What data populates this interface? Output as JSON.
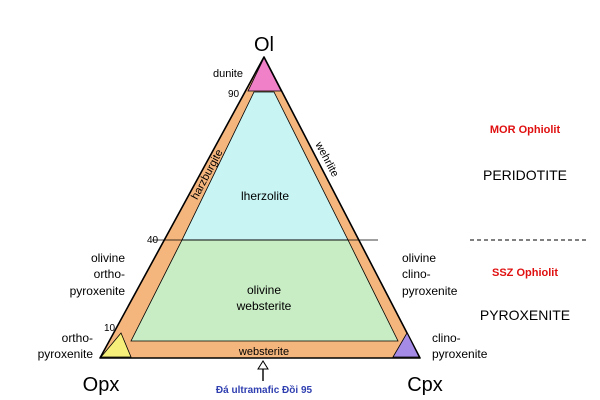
{
  "apices": {
    "top": "Ol",
    "left": "Opx",
    "right": "Cpx"
  },
  "ticks": {
    "t90": "90",
    "t40": "40",
    "t10": "10"
  },
  "fields": {
    "dunite": "dunite",
    "lherzolite": "lherzolite",
    "olivine_websterite_line1": "olivine",
    "olivine_websterite_line2": "websterite",
    "websterite": "websterite",
    "harzburgite": "harzburgite",
    "wehrlite": "wehrlite"
  },
  "side_labels": {
    "ol_orthopyroxenite": [
      "olivine",
      "ortho-",
      "pyroxenite"
    ],
    "orthopyroxenite": [
      "ortho-",
      "pyroxenite"
    ],
    "ol_clinopyroxenite": [
      "olivine",
      "clino-",
      "pyroxenite"
    ],
    "clinopyroxenite": [
      "clino-",
      "pyroxenite"
    ]
  },
  "legend": {
    "mor": "MOR Ophiolit",
    "peridotite": "PERIDOTITE",
    "ssz": "SSZ Ophiolit",
    "pyroxenite": "PYROXENITE"
  },
  "annotation": "Đá ultramafic Đồi 95",
  "colors": {
    "border_orange": "#f5b67e",
    "dunite_pink": "#f080c8",
    "lherzolite_cyan": "#c8f4f4",
    "websterite_green": "#c8ecc4",
    "opx_yellow": "#f6f07a",
    "cpx_purple": "#a58ae6",
    "red_label": "#e01010",
    "blue_label": "#2f3fb0"
  }
}
